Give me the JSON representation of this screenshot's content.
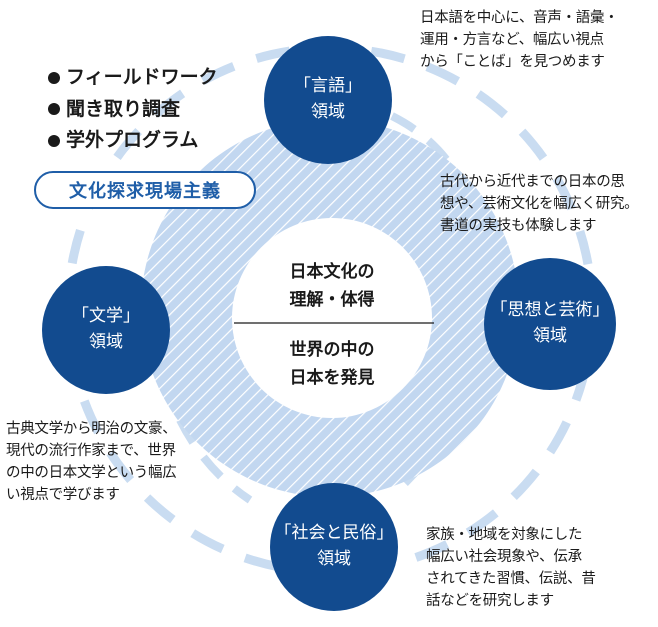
{
  "methods": [
    "フィールドワーク",
    "聞き取り調査",
    "学外プログラム"
  ],
  "motto": "文化探求現場主義",
  "center": {
    "top": [
      "日本文化の",
      "理解・体得"
    ],
    "bottom": [
      "世界の中の",
      "日本を発見"
    ]
  },
  "domains": {
    "language": {
      "label": "「言語」",
      "sub": "領域",
      "desc": [
        "日本語を中心に、音声・語彙・",
        "運用・方言など、幅広い視点",
        "から「ことば」を見つめます"
      ]
    },
    "thought": {
      "label": "「思想と芸術」",
      "sub": "領域",
      "desc": [
        "古代から近代までの日本の思",
        "想や、芸術文化を幅広く研究。",
        "書道の実技も体験します"
      ]
    },
    "literature": {
      "label": "「文学」",
      "sub": "領域",
      "desc": [
        "古典文学から明治の文豪、",
        "現代の流行作家まで、世界",
        "の中の日本文学という幅広",
        "い視点で学びます"
      ]
    },
    "society": {
      "label": "「社会と民俗」",
      "sub": "領域",
      "desc": [
        "家族・地域を対象にした",
        "幅広い社会現象や、伝承",
        "されてきた習慣、伝説、昔",
        "話などを研究します"
      ]
    }
  },
  "colors": {
    "navy": "#124b8f",
    "ring": "#bcd3ef",
    "dash": "#c9dcf1",
    "accent": "#1f5ea8"
  }
}
